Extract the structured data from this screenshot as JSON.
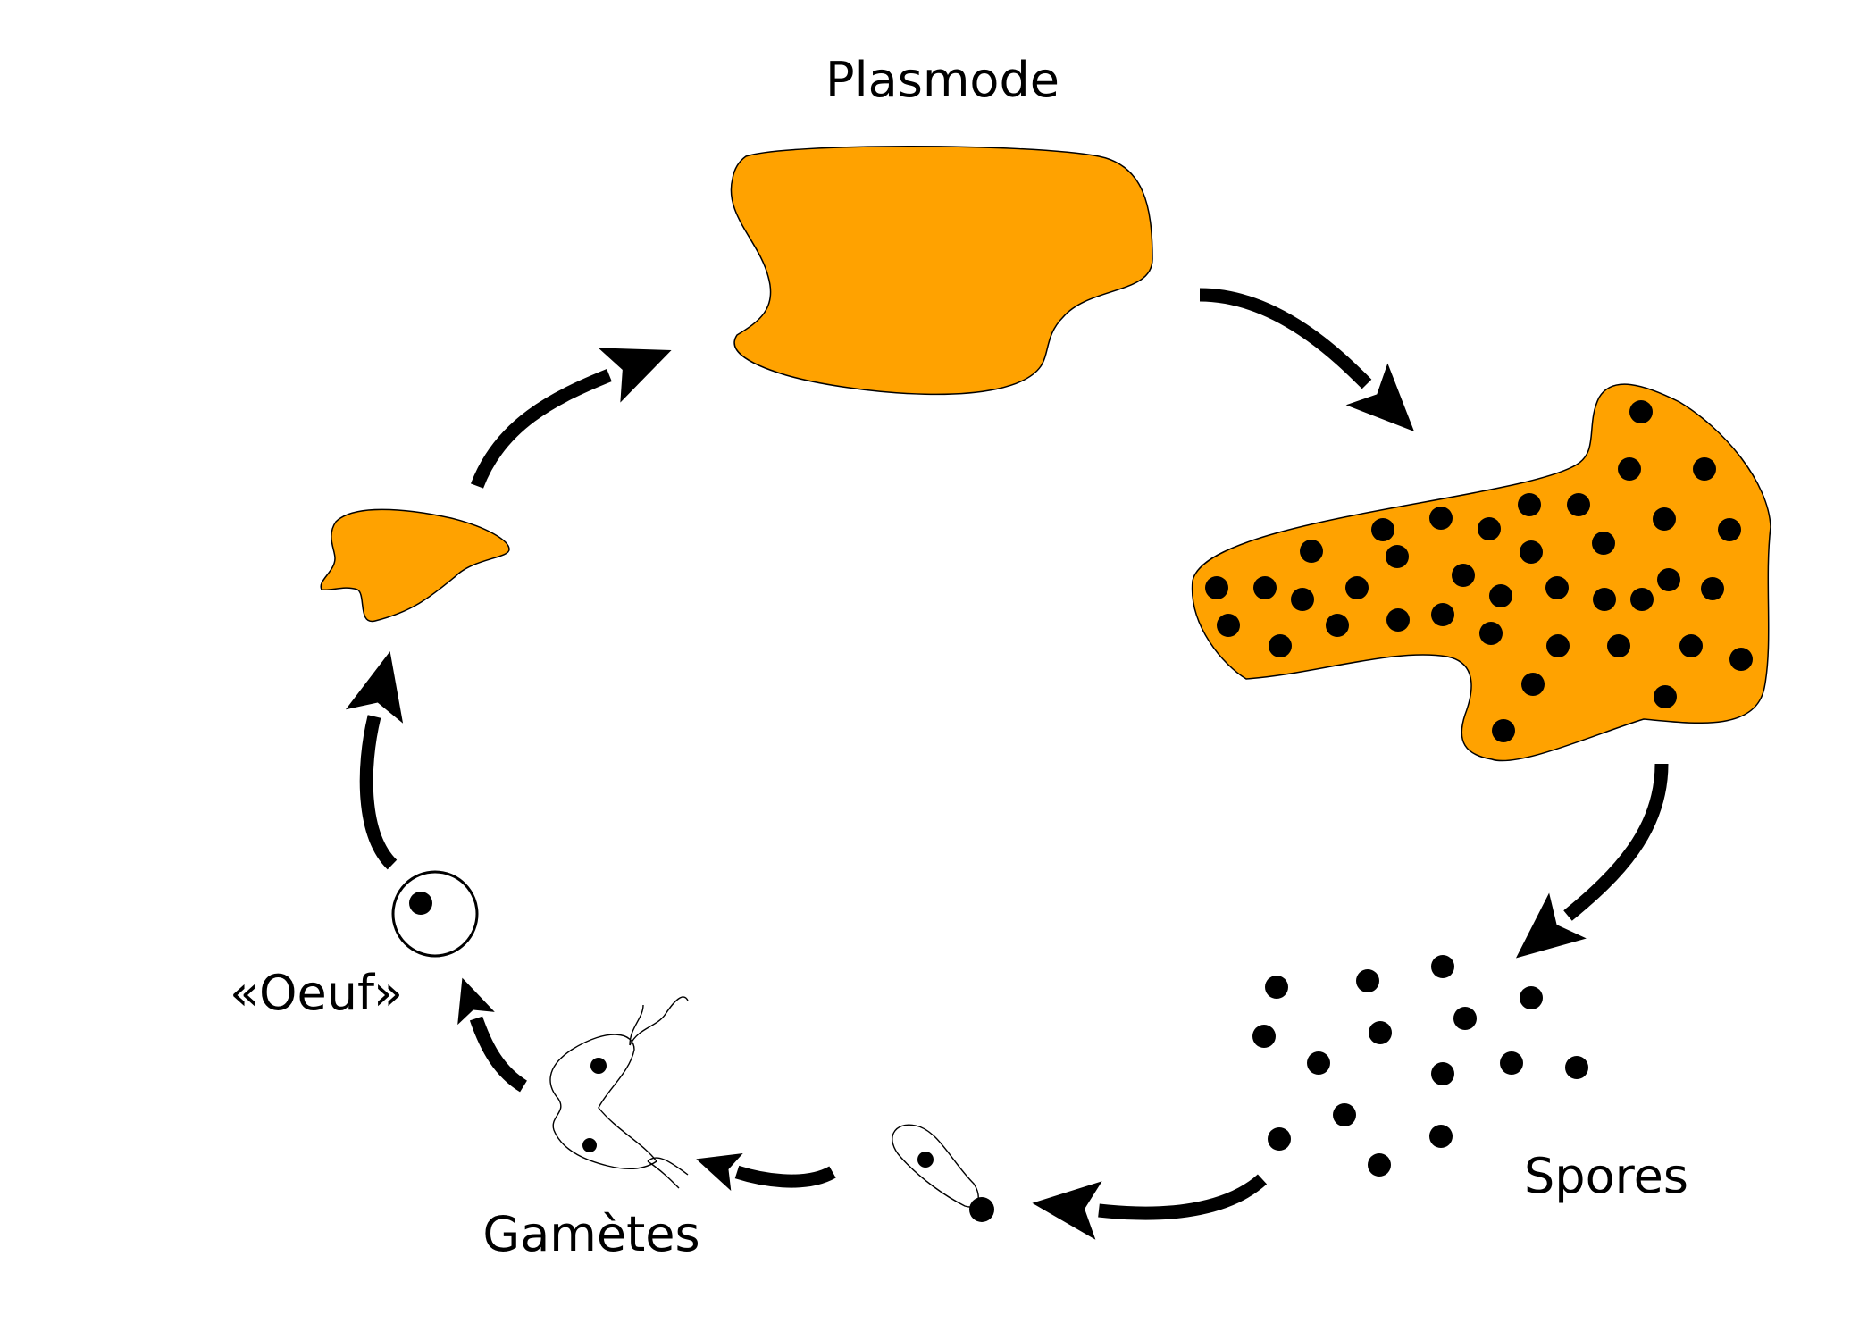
{
  "diagram": {
    "labels": {
      "plasmode": "Plasmode",
      "spores": "Spores",
      "gametes": "Gamètes",
      "oeuf": "«Oeuf»"
    },
    "colors": {
      "plasmodium_fill": "#ffa200",
      "ink": "#000000",
      "background": "#ffffff"
    }
  }
}
